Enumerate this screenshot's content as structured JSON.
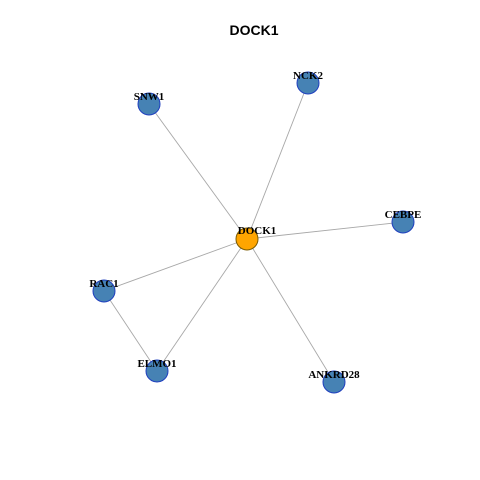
{
  "title": "DOCK1",
  "colors": {
    "center_node": "#ffa500",
    "node": "#4682b4",
    "node_border": "#1f3fbf",
    "edge": "#a8a8a8"
  },
  "network": {
    "nodes": [
      {
        "id": "DOCK1",
        "label": "DOCK1",
        "role": "center"
      },
      {
        "id": "NCK2",
        "label": "NCK2",
        "role": "neighbor"
      },
      {
        "id": "SNW1",
        "label": "SNW1",
        "role": "neighbor"
      },
      {
        "id": "CEBPE",
        "label": "CEBPE",
        "role": "neighbor"
      },
      {
        "id": "RAC1",
        "label": "RAC1",
        "role": "neighbor"
      },
      {
        "id": "ELMO1",
        "label": "ELMO1",
        "role": "neighbor"
      },
      {
        "id": "ANKRD28",
        "label": "ANKRD28",
        "role": "neighbor"
      }
    ],
    "edges": [
      {
        "source": "DOCK1",
        "target": "NCK2"
      },
      {
        "source": "DOCK1",
        "target": "SNW1"
      },
      {
        "source": "DOCK1",
        "target": "CEBPE"
      },
      {
        "source": "DOCK1",
        "target": "RAC1"
      },
      {
        "source": "DOCK1",
        "target": "ELMO1"
      },
      {
        "source": "DOCK1",
        "target": "ANKRD28"
      },
      {
        "source": "RAC1",
        "target": "ELMO1"
      }
    ]
  }
}
